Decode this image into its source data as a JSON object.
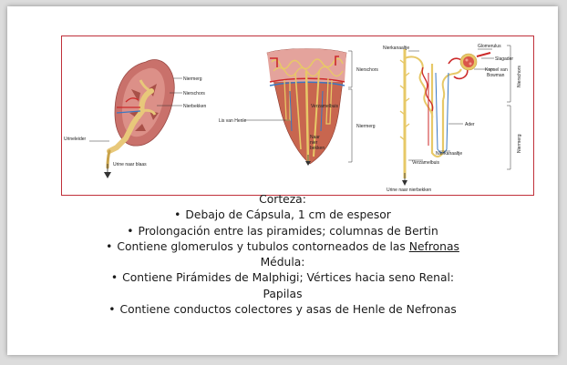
{
  "figure": {
    "kidney": {
      "labels": {
        "niermerg": "Niermerg",
        "nierschors": "Nierschors",
        "nierbekken": "Nierbekken",
        "urineleider": "Urineleider",
        "urine": "Urine naar blaas"
      }
    },
    "pyramid": {
      "labels": {
        "nierschors": "Nierschors",
        "verzamelbuis": "Verzamelbuis",
        "lis": "Lis van Henle",
        "niermerg": "Niermerg",
        "naar1": "Naar",
        "naar2": "nier",
        "naar3": "bekken"
      }
    },
    "nephron": {
      "labels": {
        "nierkanaaltje": "Nierkanaaltje",
        "glomerulus": "Glomerulus",
        "slagader": "Slagader",
        "kapsel1": "Kapsel van",
        "kapsel2": "Bowman",
        "ader": "Ader",
        "nierkanaaltje2": "Nierkanaaltje",
        "verzamelbuis": "Verzamelbuis",
        "urine": "Urine naar nierbekken",
        "nierschors": "Nierschors",
        "niermerg": "Niermerg"
      }
    }
  },
  "text": {
    "corteza": "Corteza:",
    "bullet": "•",
    "c1": "Debajo de Cápsula, 1 cm de espesor",
    "c2": "Prolongación entre las piramides; columnas de Bertin",
    "c3_pre": "Contiene glomerulos y tubulos contorneados de las ",
    "c3_link": "Nefronas",
    "medula": "Médula:",
    "m1a": "Contiene Pirámides de Malphigi; Vértices hacia seno Renal:",
    "m1b": "Papilas",
    "m2": "Contiene conductos colectores y asas de Henle de Nefronas"
  },
  "colors": {
    "frame": "#c0303a",
    "kidney": "#c9716b",
    "pelvis": "#e8c87a",
    "artery": "#cc2a2a",
    "vein": "#3a78c2",
    "tubule": "#e7c867",
    "cortex": "#e4a39c",
    "medulla": "#c8664f"
  }
}
